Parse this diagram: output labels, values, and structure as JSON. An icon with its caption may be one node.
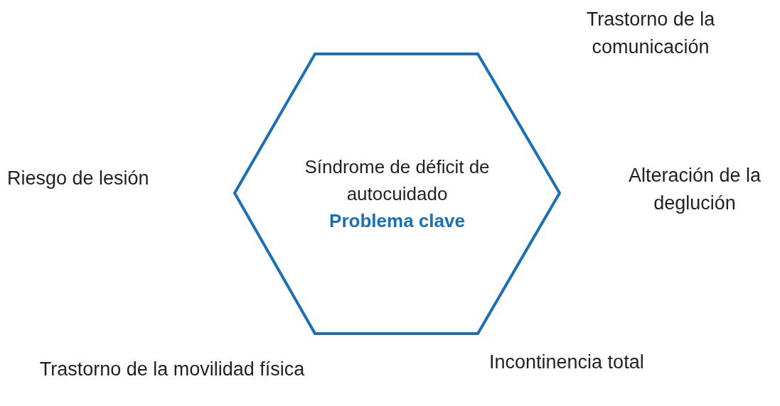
{
  "diagram": {
    "nodes": [
      {
        "text": [
          "Síndrome de déficit de autocuidado",
          "Problema clave"
        ]
      }
    ],
    "labels": [
      "Trastorno de la comunicación",
      "Riesgo de lesión",
      "Alteración de la deglución",
      "Incontinencia total",
      "Trastorno de la movilidad física"
    ]
  }
}
